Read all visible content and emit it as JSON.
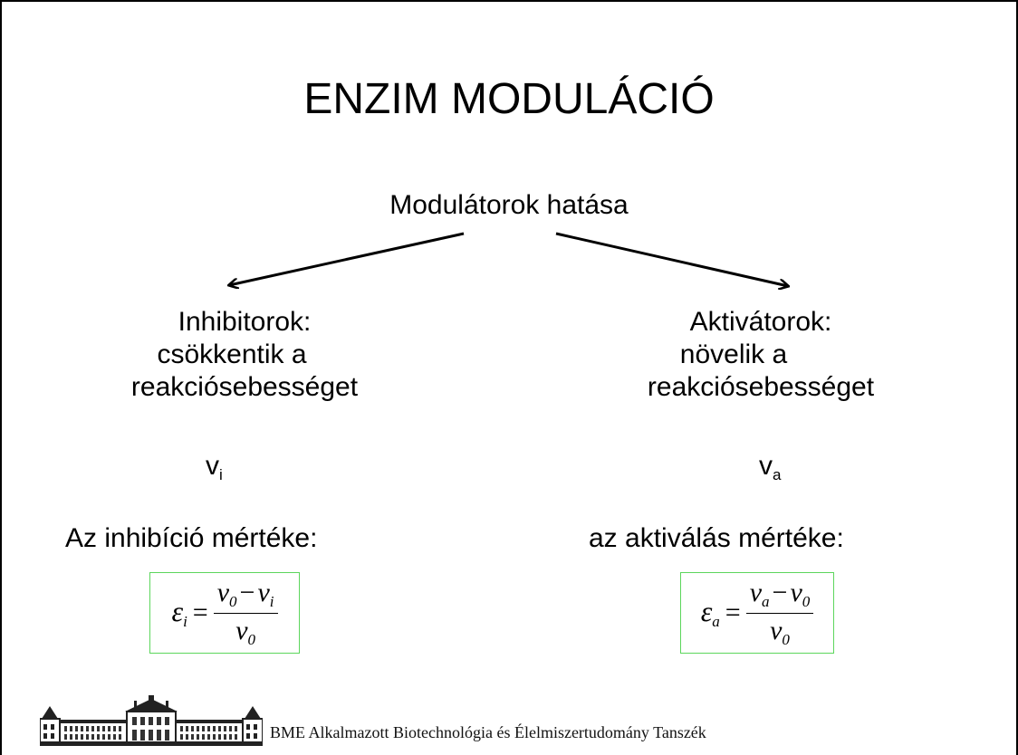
{
  "slide": {
    "title": "ENZIM MODULÁCIÓ",
    "subtitle": "Modulátorok hatása"
  },
  "inhibitors": {
    "heading": "Inhibitorok:",
    "line2": "csökkentik a",
    "line3": "reakciósebességet",
    "var_base": "v",
    "var_sub": "i",
    "measure_label": "Az inhibíció mértéke:",
    "formula": {
      "lhs": "ε",
      "lhs_sub": "i",
      "num_a": "v",
      "num_a_sub": "0",
      "num_b": "v",
      "num_b_sub": "i",
      "den": "v",
      "den_sub": "0"
    }
  },
  "activators": {
    "heading": "Aktivátorok:",
    "line2": "növelik a",
    "line3": "reakciósebességet",
    "var_base": "v",
    "var_sub": "a",
    "measure_label": "az aktiválás mértéke:",
    "formula": {
      "lhs": "ε",
      "lhs_sub": "a",
      "num_a": "v",
      "num_a_sub": "a",
      "num_b": "v",
      "num_b_sub": "0",
      "den": "v",
      "den_sub": "0"
    }
  },
  "footer": {
    "institution": "BME Alkalmazott Biotechnológia és Élelmiszertudomány Tanszék"
  },
  "colors": {
    "formula_border": "#5cd65c",
    "text": "#000000"
  }
}
